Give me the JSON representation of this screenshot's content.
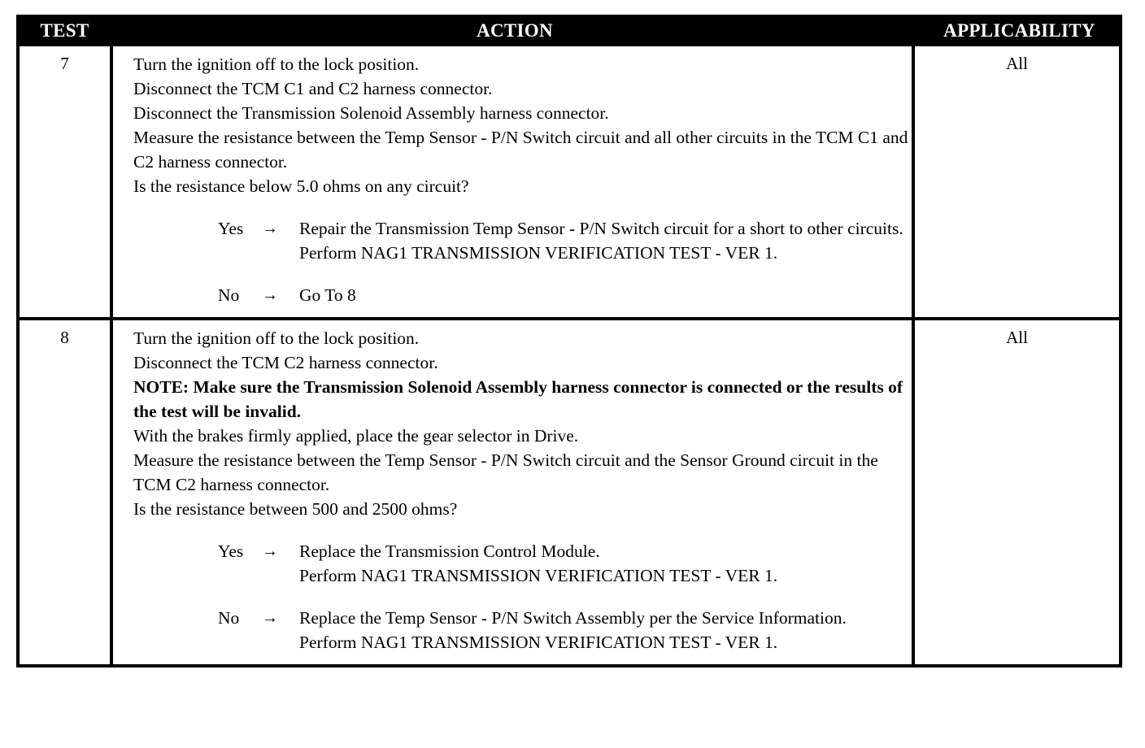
{
  "table": {
    "columns": [
      {
        "key": "test",
        "label": "TEST"
      },
      {
        "key": "action",
        "label": "ACTION"
      },
      {
        "key": "applicability",
        "label": "APPLICABILITY"
      }
    ],
    "rows": [
      {
        "test": "7",
        "applicability": "All",
        "steps": [
          {
            "text": "Turn the ignition off to the lock position.",
            "bold": false
          },
          {
            "text": "Disconnect the TCM C1 and C2 harness connector.",
            "bold": false
          },
          {
            "text": "Disconnect the Transmission Solenoid Assembly harness connector.",
            "bold": false
          },
          {
            "text": "Measure the resistance between the Temp Sensor - P/N Switch circuit and all other circuits in the TCM C1 and C2 harness connector.",
            "bold": false
          },
          {
            "text": "Is the resistance below 5.0 ohms on any circuit?",
            "bold": false
          }
        ],
        "outcomes": [
          {
            "label": "Yes",
            "arrow": "→",
            "lines": [
              "Repair the Transmission Temp Sensor - P/N Switch circuit for a short to other circuits.",
              "Perform NAG1 TRANSMISSION VERIFICATION TEST - VER 1."
            ]
          },
          {
            "label": "No",
            "arrow": "→",
            "lines": [
              "Go To   8"
            ]
          }
        ]
      },
      {
        "test": "8",
        "applicability": "All",
        "steps": [
          {
            "text": "Turn the ignition off to the lock position.",
            "bold": false
          },
          {
            "text": "Disconnect the TCM C2 harness connector.",
            "bold": false
          },
          {
            "text": "NOTE: Make sure the Transmission Solenoid Assembly harness connector is connected or the results of the test will be invalid.",
            "bold": true
          },
          {
            "text": "With the brakes firmly applied, place the gear selector in Drive.",
            "bold": false
          },
          {
            "text": "Measure the resistance between the Temp Sensor - P/N Switch circuit and the Sensor Ground circuit in the TCM C2 harness connector.",
            "bold": false
          },
          {
            "text": "Is the resistance between 500 and 2500 ohms?",
            "bold": false
          }
        ],
        "outcomes": [
          {
            "label": "Yes",
            "arrow": "→",
            "lines": [
              "Replace the Transmission Control Module.",
              "Perform NAG1 TRANSMISSION VERIFICATION TEST - VER 1."
            ]
          },
          {
            "label": "No",
            "arrow": "→",
            "lines": [
              "Replace the Temp Sensor - P/N Switch Assembly per the Service Information.",
              "Perform NAG1 TRANSMISSION VERIFICATION TEST - VER 1."
            ]
          }
        ]
      }
    ]
  },
  "colors": {
    "header_background": "#000000",
    "header_text": "#ffffff",
    "border": "#000000",
    "body_background": "#ffffff",
    "body_text": "#000000"
  }
}
